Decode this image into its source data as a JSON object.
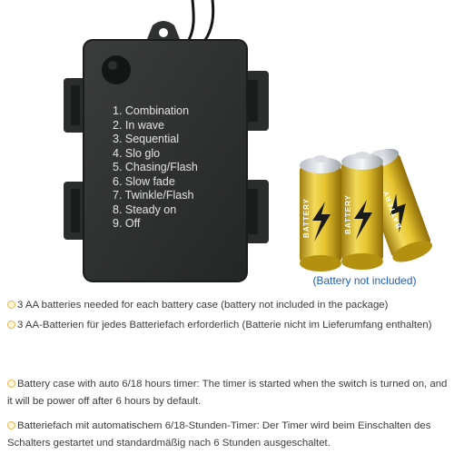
{
  "timer_modes": [
    "1. Combination",
    "2. In wave",
    "3. Sequential",
    "4. Slo glo",
    "5. Chasing/Flash",
    "6. Slow fade",
    "7. Twinkle/Flash",
    "8. Steady on",
    "9. Off"
  ],
  "battery_brand": "BATTERY",
  "battery_caption": "(Battery not included)",
  "notes": [
    "3 AA batteries needed for each battery case (battery not included in the package)",
    "3 AA-Batterien für jedes Batteriefach erforderlich (Batterie nicht im Lieferumfang enthalten)",
    "Battery case with auto 6/18 hours timer: The timer is started when the switch is turned on, and it will be power off after 6 hours by default.",
    "Batteriefach mit automatischem 6/18-Stunden-Timer: Der Timer wird beim Einschalten des Schalters gestartet und standardmäßig nach 6 Stunden ausgeschaltet."
  ],
  "colors": {
    "case": "#2d302e",
    "caption": "#1f5fbf",
    "battery_gold": "#e3c22e",
    "note_text": "#3c3c3c"
  }
}
